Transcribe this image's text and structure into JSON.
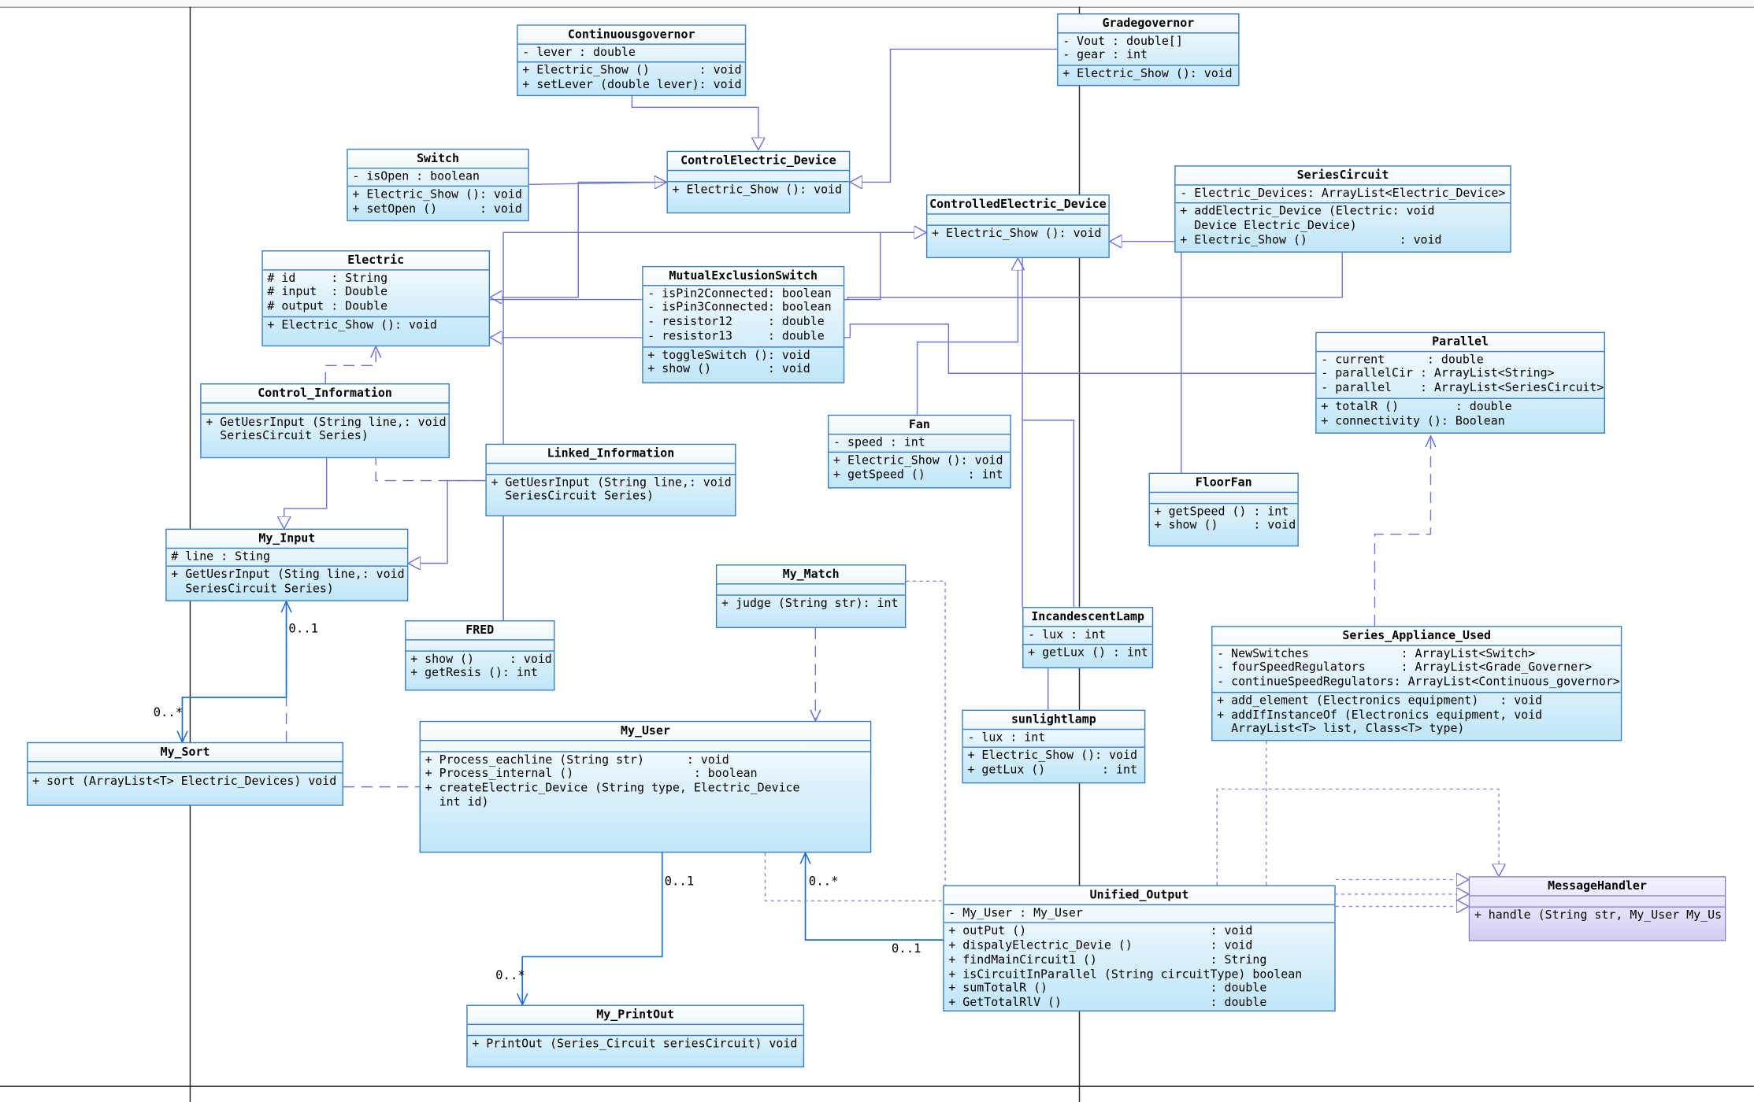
{
  "classes": {
    "continuous_governor": {
      "name": "Continuousgovernor",
      "attrs": [
        "- lever : double"
      ],
      "ops": [
        "+ Electric_Show ()       : void",
        "+ setLever (double lever): void"
      ]
    },
    "gradegovernor": {
      "name": "Gradegovernor",
      "attrs": [
        "- Vout : double[]",
        "- gear : int"
      ],
      "ops": [
        "+ Electric_Show (): void"
      ]
    },
    "switch": {
      "name": "Switch",
      "attrs": [
        "- isOpen : boolean"
      ],
      "ops": [
        "+ Electric_Show (): void",
        "+ setOpen ()      : void"
      ]
    },
    "control_electric_device": {
      "name": "ControlElectric_Device",
      "attrs": [],
      "ops": [
        "+ Electric_Show (): void"
      ]
    },
    "controlled_electric_device": {
      "name": "ControlledElectric_Device",
      "attrs": [],
      "ops": [
        "+ Electric_Show (): void"
      ]
    },
    "series_circuit": {
      "name": "SeriesCircuit",
      "attrs": [
        "- Electric_Devices: ArrayList<Electric_Device>"
      ],
      "ops": [
        "+ addElectric_Device (Electric: void",
        "  Device Electric_Device)",
        "+ Electric_Show ()             : void"
      ]
    },
    "electric": {
      "name": "Electric",
      "attrs": [
        "# id     : String",
        "# input  : Double",
        "# output : Double"
      ],
      "ops": [
        "+ Electric_Show (): void"
      ]
    },
    "mutual_exclusion_switch": {
      "name": "MutualExclusionSwitch",
      "attrs": [
        "- isPin2Connected: boolean",
        "- isPin3Connected: boolean",
        "- resistor12     : double",
        "- resistor13     : double"
      ],
      "ops": [
        "+ toggleSwitch (): void",
        "+ show ()        : void"
      ]
    },
    "parallel": {
      "name": "Parallel",
      "attrs": [
        "- current      : double",
        "- parallelCir : ArrayList<String>",
        "- parallel    : ArrayList<SeriesCircuit>"
      ],
      "ops": [
        "+ totalR ()        : double",
        "+ connectivity (): Boolean"
      ]
    },
    "control_information": {
      "name": "Control_Information",
      "attrs": [],
      "ops": [
        "+ GetUesrInput (String line,: void",
        "  SeriesCircuit Series)"
      ]
    },
    "fan": {
      "name": "Fan",
      "attrs": [
        "- speed : int"
      ],
      "ops": [
        "+ Electric_Show (): void",
        "+ getSpeed ()      : int"
      ]
    },
    "linked_information": {
      "name": "Linked_Information",
      "attrs": [],
      "ops": [
        "+ GetUesrInput (String line,: void",
        "  SeriesCircuit Series)"
      ]
    },
    "floor_fan": {
      "name": "FloorFan",
      "attrs": [],
      "ops": [
        "+ getSpeed () : int",
        "+ show ()     : void"
      ]
    },
    "my_input": {
      "name": "My_Input",
      "attrs": [
        "# line : Sting"
      ],
      "ops": [
        "+ GetUesrInput (Sting line,: void",
        "  SeriesCircuit Series)"
      ]
    },
    "my_match": {
      "name": "My_Match",
      "attrs": [],
      "ops": [
        "+ judge (String str): int"
      ]
    },
    "incandescent_lamp": {
      "name": "IncandescentLamp",
      "attrs": [
        "- lux : int"
      ],
      "ops": [
        "+ getLux () : int"
      ]
    },
    "series_appliance_used": {
      "name": "Series_Appliance_Used",
      "attrs": [
        "- NewSwitches             : ArrayList<Switch>",
        "- fourSpeedRegulators     : ArrayList<Grade_Governer>",
        "- continueSpeedRegulators: ArrayList<Continuous_governor>"
      ],
      "ops": [
        "+ add_element (Electronics equipment)   : void",
        "+ addIfInstanceOf (Electronics equipment, void",
        "  ArrayList<T> list, Class<T> type)"
      ]
    },
    "fred": {
      "name": "FRED",
      "attrs": [],
      "ops": [
        "+ show ()     : void",
        "+ getResis (): int"
      ]
    },
    "sunlightlamp": {
      "name": "sunlightlamp",
      "attrs": [
        "- lux : int"
      ],
      "ops": [
        "+ Electric_Show (): void",
        "+ getLux ()        : int"
      ]
    },
    "my_sort": {
      "name": "My_Sort",
      "attrs": [],
      "ops": [
        "+ sort (ArrayList<T> Electric_Devices) void"
      ]
    },
    "my_user": {
      "name": "My_User",
      "attrs": [],
      "ops": [
        "+ Process_eachline (String str)      : void",
        "+ Process_internal ()                 : boolean",
        "+ createElectric_Device (String type, Electric_Device",
        "  int id)"
      ]
    },
    "message_handler": {
      "name": "MessageHandler",
      "attrs": [],
      "ops": [
        "+ handle (String str, My_User My_Us"
      ]
    },
    "unified_output": {
      "name": "Unified_Output",
      "attrs": [
        "- My_User : My_User"
      ],
      "ops": [
        "+ outPut ()                          : void",
        "+ dispalyElectric_Devie ()           : void",
        "+ findMainCircuit1 ()                : String",
        "+ isCircuitInParallel (String circuitType) boolean",
        "+ sumTotalR ()                       : double",
        "+ GetTotalRlV ()                     : double"
      ]
    },
    "my_printout": {
      "name": "My_PrintOut",
      "attrs": [],
      "ops": [
        "+ PrintOut (Series_Circuit seriesCircuit) void"
      ]
    }
  },
  "multiplicities": {
    "input_sort_top": "0..1",
    "input_sort_bottom": "0..*",
    "user_printout_top": "0..1",
    "user_printout_bottom": "0..*",
    "user_output_near_user": "0..*",
    "user_output_near_output": "0..1"
  },
  "colors": {
    "line": "#6f74d6",
    "class_border": "#3b7fc8",
    "composition": "#1b6fd6",
    "dependency": "#8a8ad8",
    "handler_border": "#8a84cc"
  }
}
